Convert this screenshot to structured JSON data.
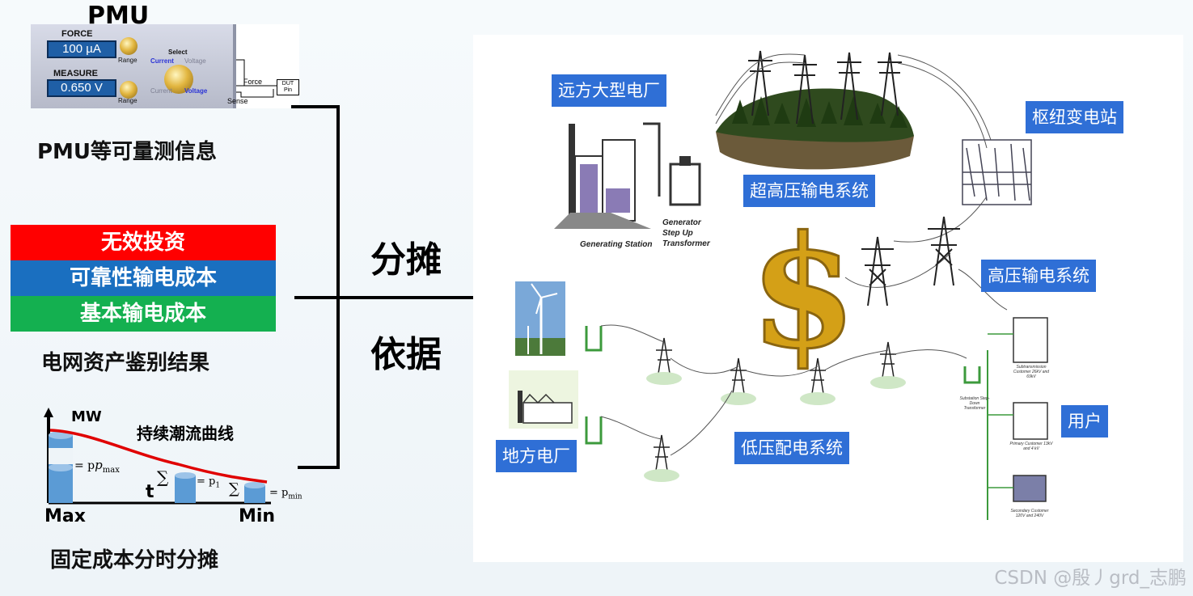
{
  "pmu": {
    "title": "PMU",
    "force_label": "FORCE",
    "force_value": "100 µA",
    "measure_label": "MEASURE",
    "measure_value": "0.650 V",
    "range_label": "Range",
    "select_label": "Select",
    "current_label": "Current",
    "voltage_label": "Voltage",
    "force_pin": "Force",
    "sense_pin": "Sense",
    "dut_label": "DUT Pin",
    "caption": "PMU等可量测信息"
  },
  "bands": {
    "invalid": "无效投资",
    "reliability": "可靠性输电成本",
    "basic": "基本输电成本",
    "caption": "电网资产鉴别结果",
    "colors": {
      "invalid": "#ff0000",
      "reliability": "#1a6fc0",
      "basic": "#14b050"
    }
  },
  "curve": {
    "mw_label": "MW",
    "title": "持续潮流曲线",
    "pmax": "= p",
    "pmax_sub": "max",
    "p1": "= p",
    "p1_sub": "1",
    "pmin": "= p",
    "pmin_sub": "min",
    "sum": "∑",
    "t_label": "t",
    "max_label": "Max",
    "min_label": "Min",
    "caption": "固定成本分时分摊"
  },
  "center": {
    "allocate": "分摊",
    "basis": "依据"
  },
  "diagram": {
    "remote_plant": "远方大型电厂",
    "hub_substation": "枢纽变电站",
    "ehv_system": "超高压输电系统",
    "hv_system": "高压输电系统",
    "local_plant": "地方电厂",
    "lv_system": "低压配电系统",
    "user": "用户",
    "generating_station": "Generating Station",
    "generator_transformer": "Generator Step Up Transformer",
    "substation": "Substation Step-Down Transformer",
    "subtransmission_customer": "Subtransmission Customer 26kV and 69kV",
    "primary_customer": "Primary Customer 13kV and 4 kV",
    "secondary_customer": "Secondary Customer 120V and 240V",
    "tag_color": "#2f6fd6"
  },
  "watermark": "CSDN @殷丿grd_志鹏"
}
